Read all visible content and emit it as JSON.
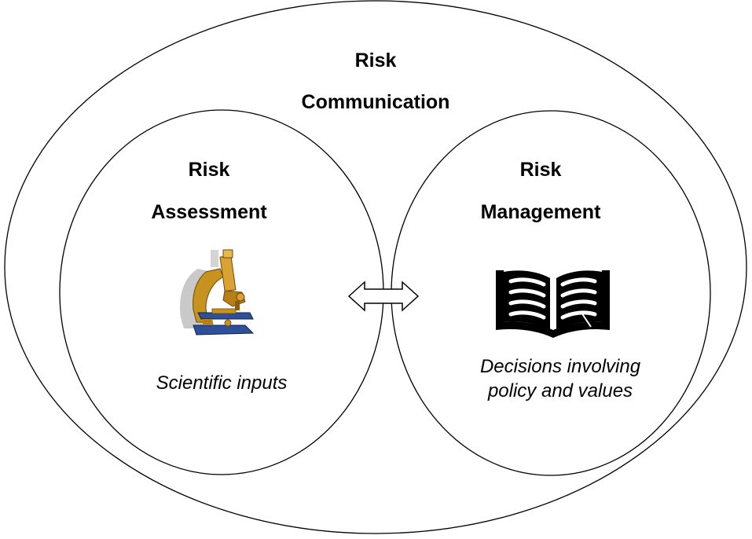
{
  "outer": {
    "line1": "Risk",
    "line2": "Communication"
  },
  "left": {
    "line1": "Risk",
    "line2": "Assessment",
    "caption": "Scientific inputs",
    "icon": "microscope-icon"
  },
  "right": {
    "line1": "Risk",
    "line2": "Management",
    "caption_line1": "Decisions involving",
    "caption_line2": "policy and values",
    "icon": "open-book-icon"
  },
  "connector": {
    "icon": "double-arrow-icon"
  },
  "colors": {
    "stroke": "#000000",
    "microscope_brass": "#c8921e",
    "microscope_blue": "#2e4f9a"
  }
}
